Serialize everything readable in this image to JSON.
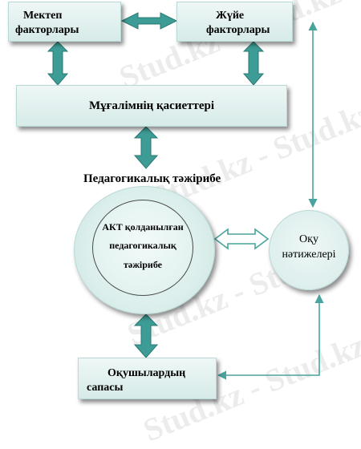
{
  "watermark": "Stud.kz - Stud.kz",
  "colors": {
    "arrow": "#3e9c96",
    "line": "#4aa39c",
    "box_top": "#eef7f6",
    "box_bottom": "#d6ebe8"
  },
  "nodes": {
    "school_factors": "Мектеп факторлары",
    "system_factors": "Жүйе факторлары",
    "teacher_qualities": "Мұғалімнің қасиеттері",
    "pedagogical_experience": "Педагогикалық тәжірибе",
    "ict_experience": "АКТ қолданылған педагогикалық тәжірибе",
    "learning_outcomes": "Оқу нәтижелері",
    "student_quality": "Оқушылардың сапасы"
  },
  "display": {
    "school_factors_l1": "Мектеп",
    "school_factors_l2": "факторлары",
    "system_factors_l1": "Жүйе",
    "system_factors_l2": "факторлары",
    "ict_l1": "АКТ қолданылған",
    "ict_l2": "педагогикалық",
    "ict_l3": "тәжірибе",
    "outcomes_l1": "Оқу",
    "outcomes_l2": "нәтижелері",
    "student_l1": "Оқушылардың",
    "student_l2": "сапасы"
  }
}
